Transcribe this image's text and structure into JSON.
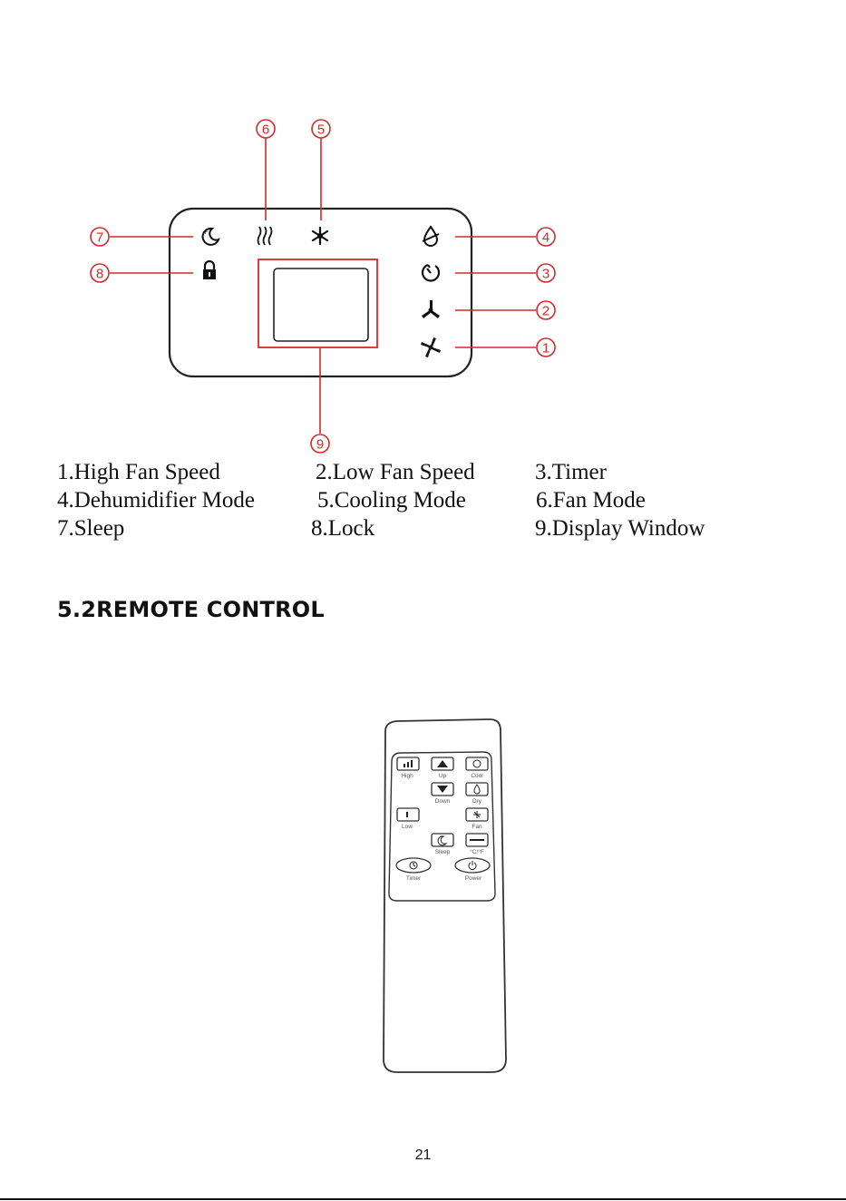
{
  "panel_diagram": {
    "callouts": [
      "1",
      "2",
      "3",
      "4",
      "5",
      "6",
      "7",
      "8",
      "9"
    ],
    "icons": [
      "sleep-icon",
      "lock-icon",
      "fan-mode-icon",
      "cooling-icon",
      "dehumidifier-icon",
      "timer-icon",
      "low-fan-icon",
      "high-fan-icon",
      "display-window"
    ]
  },
  "legend": [
    {
      "text": "1.High Fan Speed"
    },
    {
      "text": "2.Low Fan Speed"
    },
    {
      "text": "3.Timer"
    },
    {
      "text": "4.Dehumidifier Mode"
    },
    {
      "text": "5.Cooling Mode"
    },
    {
      "text": "6.Fan Mode"
    },
    {
      "text": "7.Sleep"
    },
    {
      "text": "8.Lock"
    },
    {
      "text": "9.Display Window"
    }
  ],
  "section_heading": "5.2REMOTE CONTROL",
  "remote": {
    "buttons": {
      "high": "High",
      "up": "Up",
      "cool": "Cool",
      "down": "Down",
      "dry": "Dry",
      "low": "Low",
      "fan": "Fan",
      "sleep": "Sleep",
      "cf": "°C/°F",
      "timer": "Timer",
      "power": "Power"
    }
  },
  "page_number": "21",
  "colors": {
    "callout": "#d42a2a",
    "outline": "#222222"
  }
}
